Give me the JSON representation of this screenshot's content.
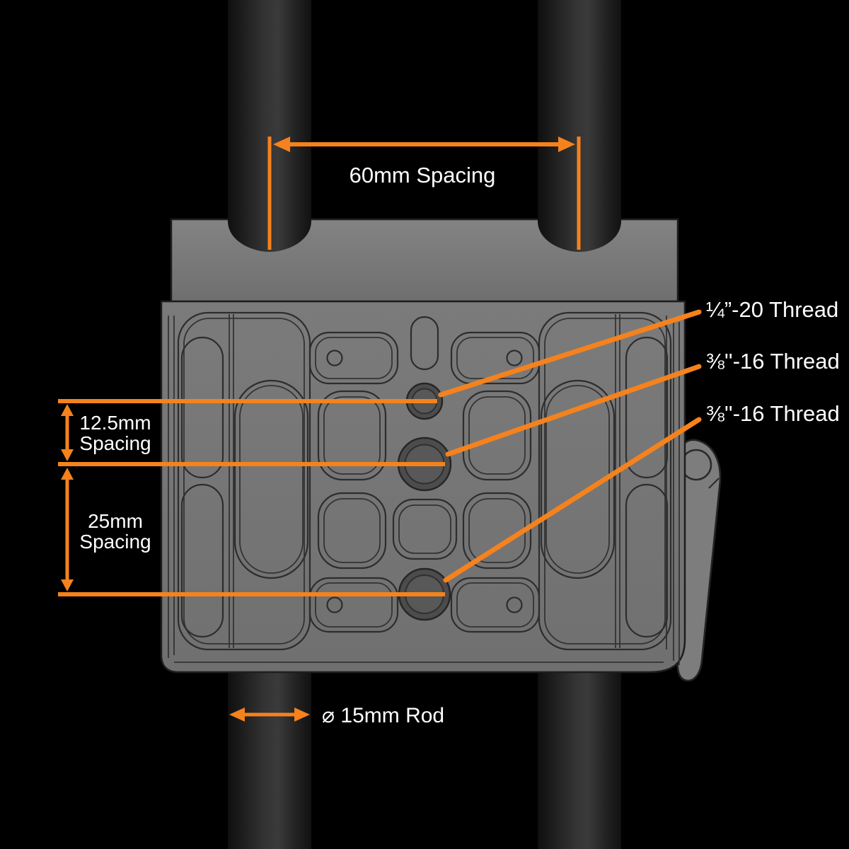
{
  "diagram": {
    "type": "product-spec-diagram",
    "subject": "15mm rod baseplate with thread mounts",
    "colors": {
      "background": "#000000",
      "accent_orange": "#F5821D",
      "label_text": "#FFFFFF",
      "plate_gray": "#767676",
      "plate_block_top": "#828282",
      "plate_block_bottom": "#6F6F6F",
      "detail_line": "#2D2D2D",
      "hole_ring": "#4C4C4C",
      "hole_center": "#585858",
      "rod_edge": "#131313",
      "rod_center": "#3A3A3A"
    },
    "annotations": {
      "rod_spacing": {
        "label": "60mm Spacing"
      },
      "hole_spacing_top": {
        "line1": "12.5mm",
        "line2": "Spacing"
      },
      "hole_spacing_bottom": {
        "line1": "25mm",
        "line2": "Spacing"
      },
      "thread_top": {
        "label": "¼”-20 Thread"
      },
      "thread_middle": {
        "label": "⅜''-16 Thread"
      },
      "thread_bottom": {
        "label": "⅜''-16 Thread"
      },
      "rod_diameter": {
        "label": "⌀ 15mm Rod"
      }
    }
  }
}
